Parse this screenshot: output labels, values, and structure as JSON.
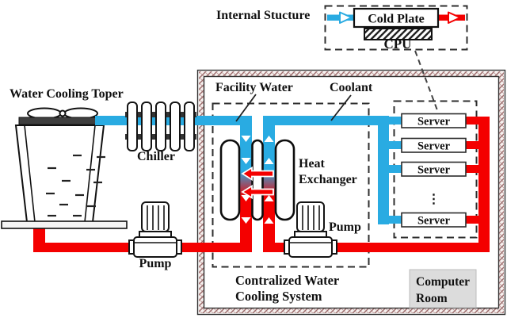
{
  "internal_structure": {
    "label": "Internal Stucture",
    "cold_plate_label": "Cold Plate",
    "cpu_label": "CPU"
  },
  "outdoor": {
    "cooling_tower_label": "Water Cooling Toper",
    "chiller_label": "Chiller",
    "pump_label": "Pump"
  },
  "cooling_system": {
    "facility_water_label": "Facility Water",
    "coolant_label": "Coolant",
    "heat_exchanger_lines": [
      "Heat",
      "Exchanger"
    ],
    "pump_label": "Pump",
    "box_lines": [
      "Contralized Water",
      "Cooling System"
    ]
  },
  "server_rack": {
    "servers": [
      "Server",
      "Server",
      "Server",
      "Server"
    ],
    "ellipsis": "⋮"
  },
  "room": {
    "label_lines": [
      "Computer",
      "Room"
    ]
  },
  "colors": {
    "cold": "#29ABE2",
    "hot": "#F40000",
    "wallhatch": "#9C6B6B",
    "panel": "#DCDCDC"
  }
}
